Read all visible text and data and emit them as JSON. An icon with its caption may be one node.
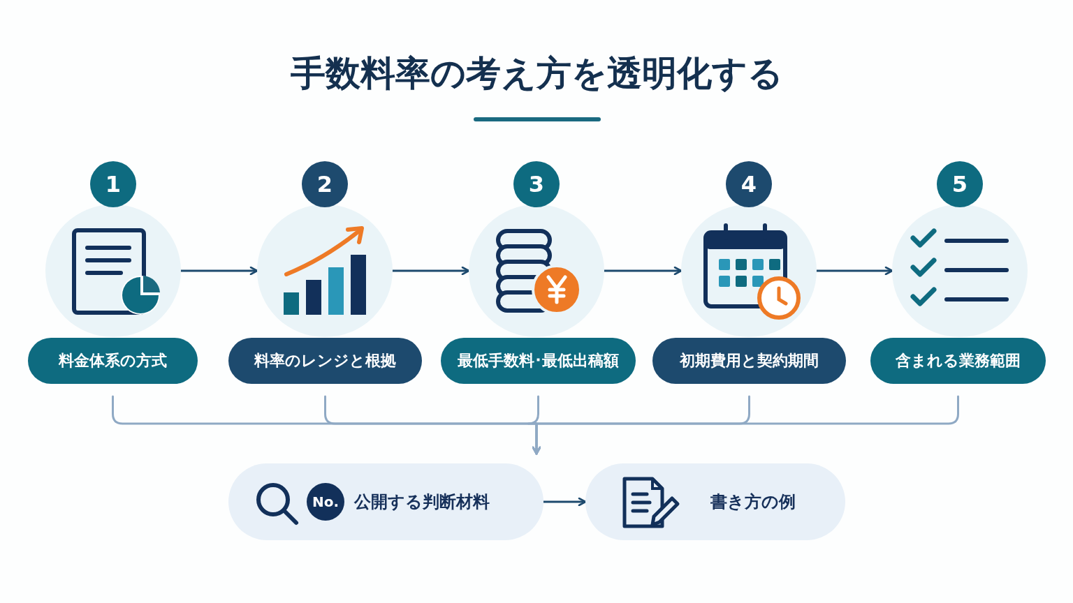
{
  "diagram": {
    "title": "手数料率の考え方を透明化する",
    "nodes": [
      {
        "text": [
          "1"
        ]
      },
      {
        "text": [
          "2"
        ]
      },
      {
        "text": [
          "3"
        ]
      },
      {
        "text": [
          "4"
        ]
      },
      {
        "text": [
          "5"
        ]
      },
      {
        "text": [],
        "shape": "circle"
      },
      {
        "text": [],
        "shape": "circle"
      },
      {
        "text": [],
        "shape": "circle"
      },
      {
        "text": [],
        "shape": "circle"
      },
      {
        "text": [],
        "shape": "circle"
      },
      {
        "text": [
          "料金体系の方式"
        ]
      },
      {
        "text": [
          "料率のレンジと根拠"
        ]
      },
      {
        "text": [
          "最低手数料･最低出稿額"
        ]
      },
      {
        "text": [
          "初期費用と契約期間"
        ]
      },
      {
        "text": [
          "含まれる業務範囲"
        ]
      },
      {
        "text": [
          "公開する判断材料"
        ]
      },
      {
        "text": [
          "No."
        ],
        "in": 15
      },
      {
        "text": [
          "書き方の例"
        ]
      }
    ],
    "edges": [
      {
        "from": 5,
        "to": 6,
        "arrow": "to"
      },
      {
        "from": 6,
        "to": 7,
        "arrow": "to"
      },
      {
        "from": 7,
        "to": 8,
        "arrow": "to"
      },
      {
        "from": 8,
        "to": 9,
        "arrow": "to"
      },
      {
        "from": 10,
        "to": 15,
        "arrow": "to",
        "color": "#8fa9c4"
      },
      {
        "from": 11,
        "to": 15,
        "arrow": "to",
        "color": "#8fa9c4"
      },
      {
        "from": 12,
        "to": 15,
        "arrow": "to",
        "color": "#8fa9c4"
      },
      {
        "from": 13,
        "to": 15,
        "arrow": "to",
        "color": "#8fa9c4"
      },
      {
        "from": 14,
        "to": 15,
        "arrow": "to",
        "color": "#8fa9c4"
      },
      {
        "from": 15,
        "to": 17,
        "arrow": "to"
      }
    ]
  }
}
